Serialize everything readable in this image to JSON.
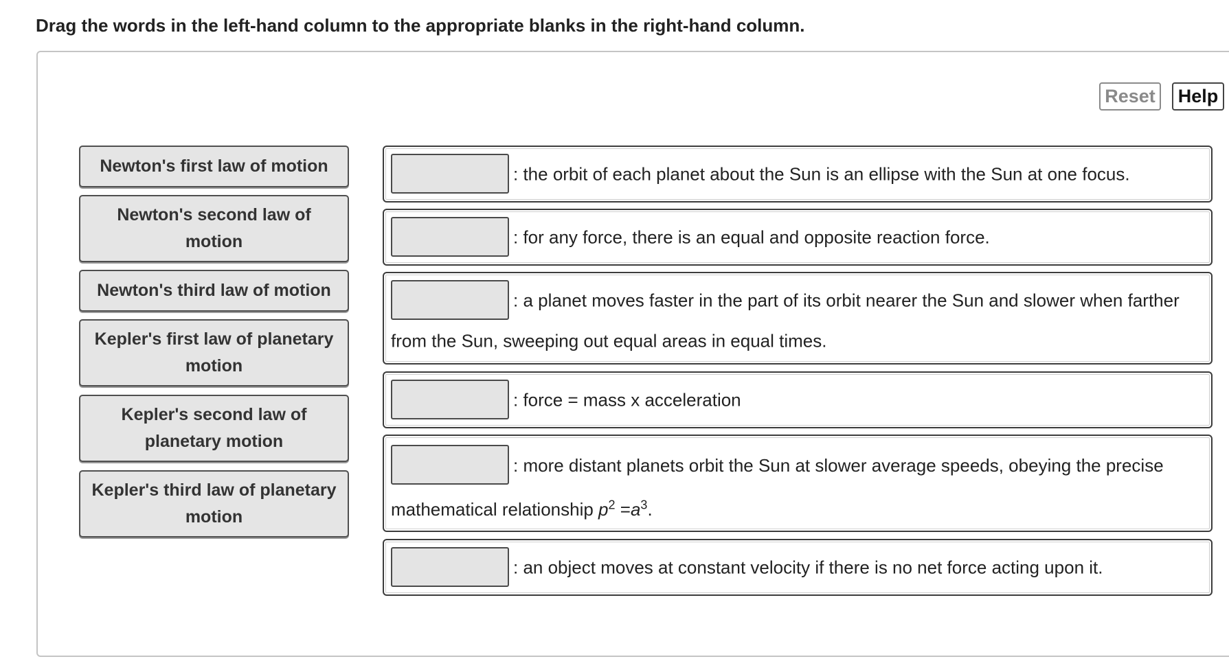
{
  "instructions": "Drag the words in the left-hand column to the appropriate blanks in the right-hand column.",
  "toolbar": {
    "reset_label": "Reset",
    "help_label": "Help"
  },
  "word_bank": [
    "Newton's first law of motion",
    "Newton's second law of motion",
    "Newton's third law of motion",
    "Kepler's first law of planetary motion",
    "Kepler's second law of planetary motion",
    "Kepler's third law of planetary motion"
  ],
  "statements": [
    ": the orbit of each planet about the Sun is an ellipse with the Sun at one focus.",
    ": for any force, there is an equal and opposite reaction force.",
    ": a planet moves faster in the part of its orbit nearer the Sun and slower when farther from the Sun, sweeping out equal areas in equal times.",
    ": force = mass x acceleration",
    {
      "text": ": more distant planets orbit the Sun at slower average speeds, obeying the precise mathematical relationship ",
      "var_p": "p",
      "exp_p": "2",
      "eq": " =",
      "var_a": "a",
      "exp_a": "3",
      "end": "."
    },
    ": an object moves at constant velocity if there is no net force acting upon it."
  ]
}
